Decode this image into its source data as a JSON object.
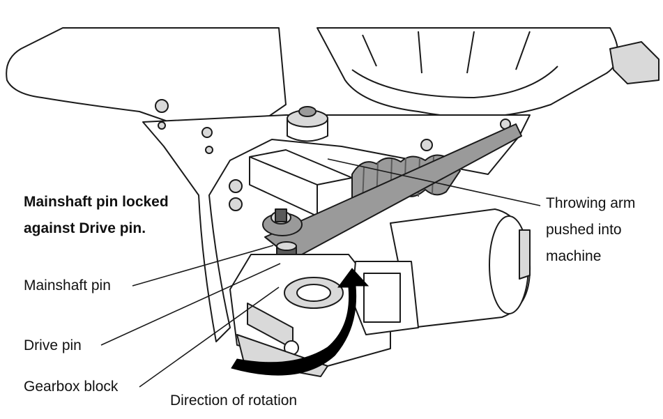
{
  "labels": {
    "mainshaft_locked_line1": "Mainshaft pin locked",
    "mainshaft_locked_line2": "against Drive pin.",
    "throwing_arm_line1": "Throwing arm",
    "throwing_arm_line2": "pushed into",
    "throwing_arm_line3": "machine",
    "mainshaft_pin": "Mainshaft pin",
    "drive_pin": "Drive pin",
    "gearbox_block": "Gearbox block",
    "direction_of_rotation": "Direction of rotation"
  },
  "colors": {
    "line": "#1a1a1a",
    "shade_light": "#d9d9d9",
    "shade_mid": "#9a9a9a",
    "shade_dark": "#5a5a5a",
    "arrow": "#000000"
  }
}
